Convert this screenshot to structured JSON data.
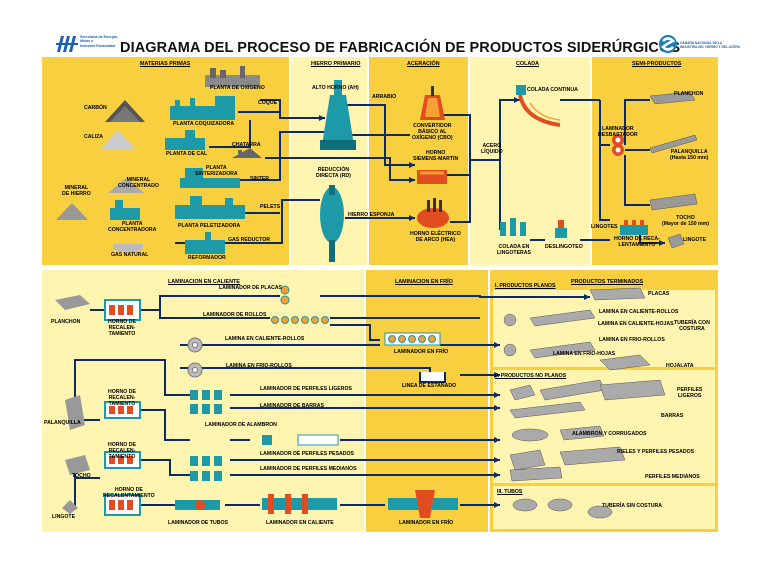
{
  "title": "DIAGRAMA DEL PROCESO DE FABRICACIÓN DE PRODUCTOS SIDERÚRGICOS",
  "logo_left_text": [
    "Secretaría de Energía,",
    "Minas e",
    "Industria Paraestatal"
  ],
  "logo_right_text": [
    "CÁMARA NACIONAL DE LA",
    "INDUSTRIA DEL HIERRO Y DEL ACERO"
  ],
  "colors": {
    "yellow": "#f8cf3f",
    "light_yellow": "#fff4b0",
    "pale": "#fff9cf",
    "teal": "#1d9aa8",
    "line": "#0b2a66",
    "rust": "#e14c20"
  },
  "sections": {
    "materias_primas": "MATERIAS PRIMAS",
    "hierro_primario": "HIERRO PRIMARIO",
    "aceracion": "ACERACIÓN",
    "colada": "COLADA",
    "semi_productos": "SEMI-PRODUCTOS",
    "laminacion_caliente": "LAMINACION EN CALIENTE",
    "laminacion_frio": "LAMINACION EN FRÍO",
    "productos_terminados": "PRODUCTOS TERMINADOS"
  },
  "top": {
    "planta_oxigeno": "PLANTA DE OXÍGENO",
    "carbon": "CARBÓN",
    "coque": "COQUE",
    "caliza": "CALIZA",
    "planta_coquizadora": "PLANTA COQUIZADORA",
    "planta_cal": "PLANTA DE CAL",
    "chatarra": "CHATARRA",
    "planta_sinterizadora": [
      "PLANTA",
      "SINTERIZADORA"
    ],
    "sinter": "SINTER",
    "mineral_concentrado": [
      "MINERAL",
      "CONCENTRADO"
    ],
    "mineral_hierro": [
      "MINERAL",
      "DE HIERRO"
    ],
    "planta_concentradora": [
      "PLANTA",
      "CONCENTRADORA"
    ],
    "pelets": "PELETS",
    "planta_peletizadora": "PLANTA PELETIZADORA",
    "gas_natural": "GAS NATURAL",
    "gas_reductor": "GAS REDUCTOR",
    "reformador": "REFORMADOR",
    "alto_horno": "ALTO HORNO (AH)",
    "arrabio": "ARRABIO",
    "reduccion_directa": [
      "REDUCCIÓN",
      "DIRECTA (RD)"
    ],
    "hierro_esponja": "HIERRO ESPONJA",
    "convertidor": [
      "CONVERTIDOR",
      "BÁSICO AL",
      "OXÍGENO (CBO)"
    ],
    "horno_siemens": [
      "HORNO",
      "SIEMENS-MARTIN"
    ],
    "horno_electrico": [
      "HORNO ELÉCTRICO",
      "DE ARCO (HEA)"
    ],
    "acero_liquido": [
      "ACERO",
      "LÍQUIDO"
    ],
    "colada_continua": "COLADA CONTINUA",
    "colada_lingoteras": [
      "COLADA EN",
      "LINGOTERAS"
    ],
    "deslingoteo": "DESLINGOTEO",
    "lingotes": "LINGOTES",
    "horno_recalentamiento": [
      "HORNO DE RECA-",
      "LENTAMIENTO"
    ],
    "laminador_desbastador": [
      "LAMINADOR",
      "DESBASTADOR"
    ],
    "planchon": "PLANCHON",
    "palanquilla": [
      "PALANQUILLA",
      "(Hasta 150 mm)"
    ],
    "tocho": [
      "TOCHO",
      "(Mayor de 150 mm)"
    ],
    "lingote": "LINGOTE"
  },
  "bottom": {
    "planchon": "PLANCHON",
    "horno_recalentamiento_1": [
      "HORNO DE",
      "RECALEN-",
      "TAMIENTO"
    ],
    "laminador_placas": "LAMINADOR DE PLACAS",
    "laminador_rollos": "LAMINADOR DE ROLLOS",
    "lamina_caliente_rollos": "LAMINA EN CALIENTE-ROLLOS",
    "lamina_frio_rollos": "LAMINA EN FRIO-ROLLOS",
    "laminador_frio": "LAMINADOR EN FRÍO",
    "linea_estanado": "LINEA DE ESTAÑADO",
    "palanquilla": "PALANQUILLA",
    "horno_recalentamiento_2": [
      "HORNO DE",
      "RECALEN-",
      "TAMIENTO"
    ],
    "laminador_perfiles_ligeros": "LAMINADOR DE PERFILES LIGEROS",
    "laminador_barras": "LAMINADOR DE BARRAS",
    "laminador_alambron": "LAMINADOR DE ALAMBRON",
    "horno_recalentamiento_3": [
      "HORNO DE",
      "RECALEN-",
      "TAMIENTO"
    ],
    "laminador_perfiles_pesados": "LAMINADOR DE PERFILES PESADOS",
    "laminador_perfiles_medianos": "LAMINADOR DE PERFILES MEDIANOS",
    "tocho": "TOCHO",
    "horno_recalentamiento_4": [
      "HORNO DE",
      "RECALENTAMIENTO"
    ],
    "lingote": "LINGOTE",
    "laminador_tubos": "LAMINADOR DE TUBOS",
    "laminador_caliente": "LAMINADOR EN CALIENTE",
    "laminador_frio_2": "LAMINADOR EN FRÍO"
  },
  "products": {
    "planos_header": "I. PRODUCTOS PLANOS",
    "placas": "PLACAS",
    "lamina_caliente_rollos": "LAMINA EN CALIENTE-ROLLOS",
    "lamina_caliente_hojas": "LAMINA EN CALIENTE-HOJAS",
    "tuberia_costura": [
      "TUBERÍA CON",
      "COSTURA"
    ],
    "lamina_frio_rollos": "LAMINA EN FRIO-ROLLOS",
    "lamina_frio_hojas": "LAMINA EN FRIO-HOJAS",
    "hojalata": "HOJALATA",
    "no_planos_header": "II. PRODUCTOS NO PLANOS",
    "perfiles_ligeros": [
      "PERFILES",
      "LIGEROS"
    ],
    "barras": "BARRAS",
    "alambron": "ALAMBRON Y CORRUGADOS",
    "rieles": "RIELES Y PERFILES PESADOS",
    "perfiles_medianos": "PERFILES MEDIANOS",
    "tubos_header": "III. TUBOS",
    "tuberia_sin_costura": "TUBERÍA SIN COSTURA"
  }
}
